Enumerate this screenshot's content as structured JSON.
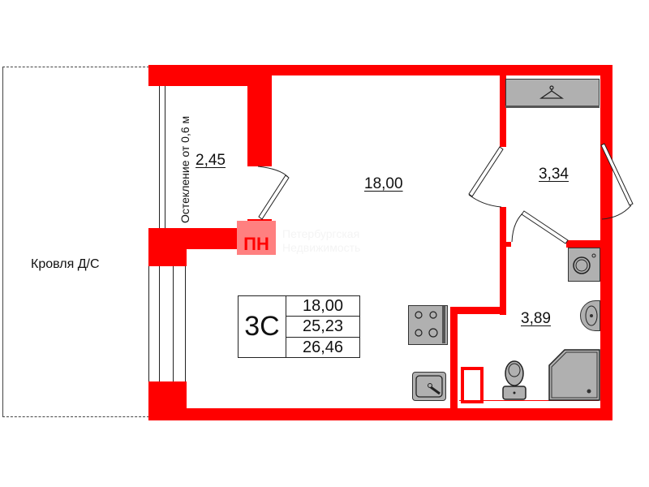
{
  "plan": {
    "apartment_type": "3С",
    "areas": {
      "living": "18,00",
      "total": "25,23",
      "total_with_balcony": "26,46"
    },
    "rooms": [
      {
        "id": "loggia",
        "area": "2,45"
      },
      {
        "id": "living-room",
        "area": "18,00"
      },
      {
        "id": "wardrobe",
        "area": "3,34"
      },
      {
        "id": "bathroom",
        "area": "3,89"
      }
    ],
    "labels": {
      "roof": "Кровля Д/С",
      "glazing": "Остекление от 0,6 м"
    },
    "watermark": {
      "logo": "ПН",
      "text_line1": "Петербургская",
      "text_line2": "Недвижимость"
    },
    "colors": {
      "wall": "#ff0000",
      "fixture": "#b0b0b0",
      "outline": "#333333"
    }
  }
}
